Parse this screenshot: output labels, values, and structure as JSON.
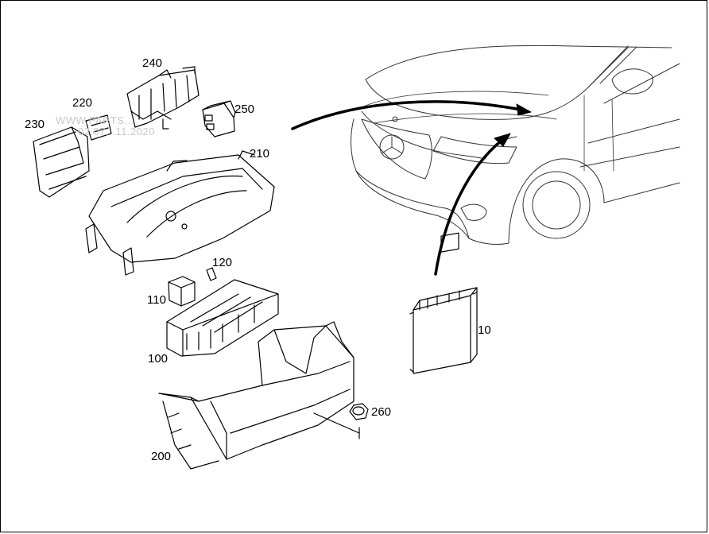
{
  "watermark": {
    "line1": "WWW.PARTS...",
    "line2": "02.07...11.2020"
  },
  "callouts": {
    "p240": "240",
    "p220": "220",
    "p250": "250",
    "p230": "230",
    "p210": "210",
    "p120": "120",
    "p110": "110",
    "p100": "100",
    "p10": "10",
    "p260": "260",
    "p200": "200"
  }
}
